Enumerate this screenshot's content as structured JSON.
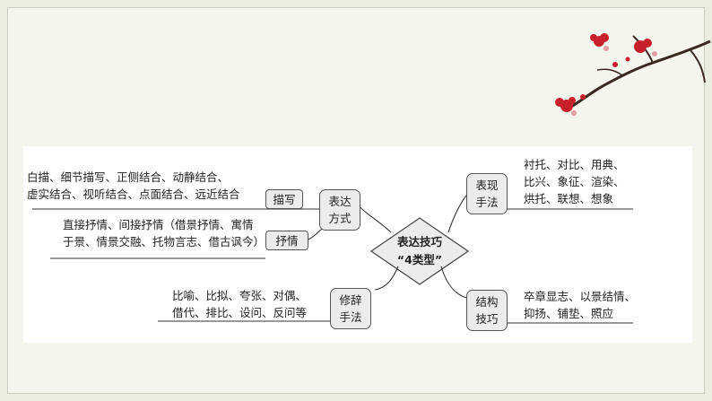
{
  "title": [
    "表达技巧",
    "“4类型”"
  ],
  "branches": {
    "biaoda": {
      "label": [
        "表达",
        "方式"
      ],
      "miaoxie": {
        "label": "描写",
        "lines": [
          "白描、细节描写、正侧结合、动静结合、",
          "虚实结合、视听结合、点面结合、远近结合"
        ]
      },
      "shuqing": {
        "label": "抒情",
        "lines": [
          "直接抒情、间接抒情（借景抒情、寓情",
          "于景、情景交融、托物言志、借古讽今）"
        ]
      }
    },
    "biaoxian": {
      "label": [
        "表现",
        "手法"
      ],
      "lines": [
        "衬托、对比、用典、",
        "比兴、象征、渲染、",
        "烘托、联想、想象"
      ]
    },
    "xiuci": {
      "label": [
        "修辞",
        "手法"
      ],
      "lines": [
        "比喻、比拟、夸张、对偶、",
        "借代、排比、设问、反问等"
      ]
    },
    "jiegou": {
      "label": [
        "结构",
        "技巧"
      ],
      "lines": [
        "卒章显志、以景结情、",
        "抑扬、铺垫、照应"
      ]
    }
  },
  "colors": {
    "background": "#e9eedf",
    "panel": "#ffffff",
    "node_fill": "#ececec",
    "line": "#333333",
    "blossom": "#c8202a"
  }
}
